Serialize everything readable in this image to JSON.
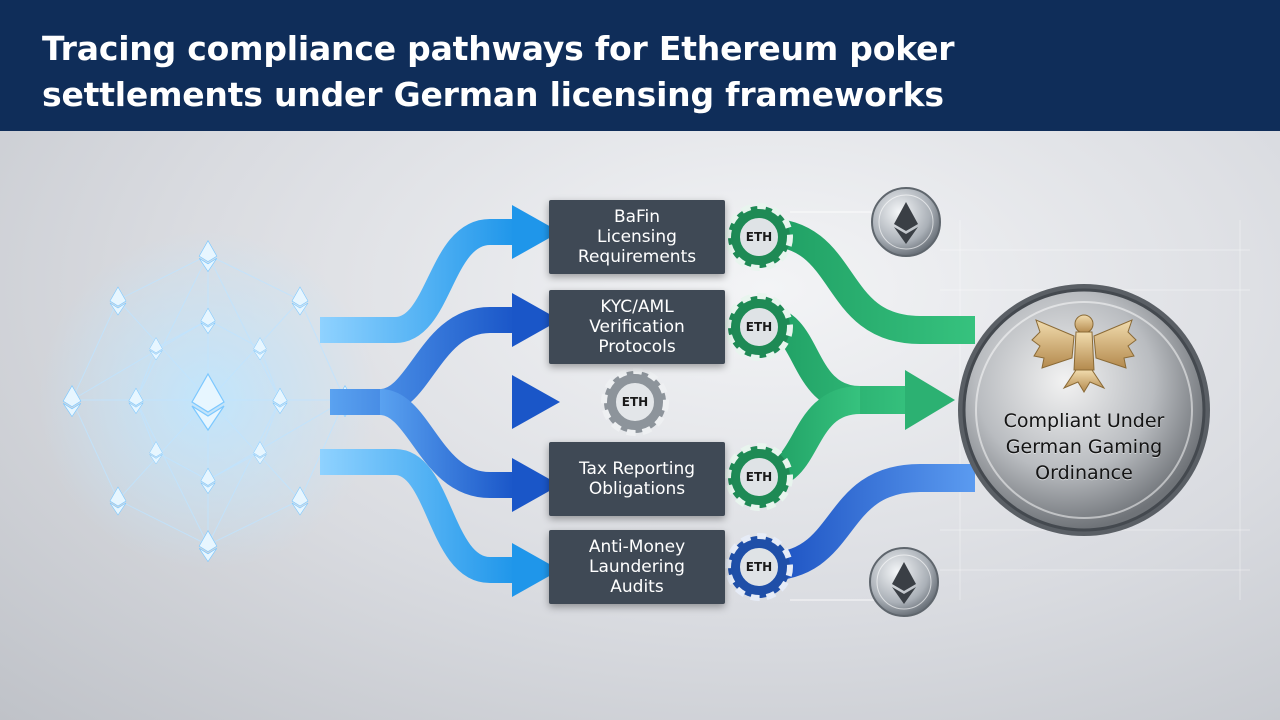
{
  "title": "Tracing compliance pathways for Ethereum poker settlements under German licensing frameworks",
  "steps": [
    {
      "label": "BaFin\nLicensing\nRequirements"
    },
    {
      "label": "KYC/AML\nVerification\nProtocols"
    },
    {
      "label": "Tax Reporting\nObligations"
    },
    {
      "label": "Anti-Money\nLaundering\nAudits"
    }
  ],
  "chip_label": "ETH",
  "outcome": {
    "label": "Compliant Under\nGerman Gaming\nOrdinance"
  },
  "icons": [
    "ethereum-network-icon",
    "eth-chip-icon",
    "ethereum-coin-icon",
    "german-eagle-icon"
  ],
  "colors": {
    "header": "#0f2d59",
    "arrow_light_blue": "#2aa8ef",
    "arrow_blue": "#1e63d6",
    "arrow_green": "#25a26a",
    "box": "#3f4955"
  }
}
